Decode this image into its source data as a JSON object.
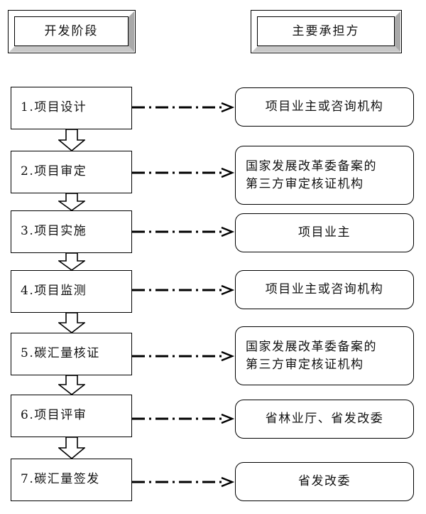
{
  "diagram": {
    "title_columns": {
      "left_header": "开发阶段",
      "right_header": "主要承担方"
    },
    "stages": [
      {
        "id": 1,
        "label": "1.项目设计"
      },
      {
        "id": 2,
        "label": "2.项目审定"
      },
      {
        "id": 3,
        "label": "3.项目实施"
      },
      {
        "id": 4,
        "label": "4.项目监测"
      },
      {
        "id": 5,
        "label": "5.碳汇量核证"
      },
      {
        "id": 6,
        "label": "6.项目评审"
      },
      {
        "id": 7,
        "label": "7.碳汇量签发"
      }
    ],
    "actors": [
      {
        "id": 1,
        "label": "项目业主或咨询机构",
        "align": "center"
      },
      {
        "id": 2,
        "label": "国家发展改革委备案的\n第三方审定核证机构",
        "align": "left"
      },
      {
        "id": 3,
        "label": "项目业主",
        "align": "center"
      },
      {
        "id": 4,
        "label": "项目业主或咨询机构",
        "align": "center"
      },
      {
        "id": 5,
        "label": "国家发展改革委备案的\n第三方审定核证机构",
        "align": "left"
      },
      {
        "id": 6,
        "label": "省林业厅、省发改委",
        "align": "center"
      },
      {
        "id": 7,
        "label": "省发改委",
        "align": "center"
      }
    ],
    "colors": {
      "stroke": "#000000",
      "background": "#ffffff",
      "bevel_light": "#ffffff",
      "bevel_shadow": "#c8c8c8",
      "bevel_side": "#a9a9a9"
    }
  }
}
